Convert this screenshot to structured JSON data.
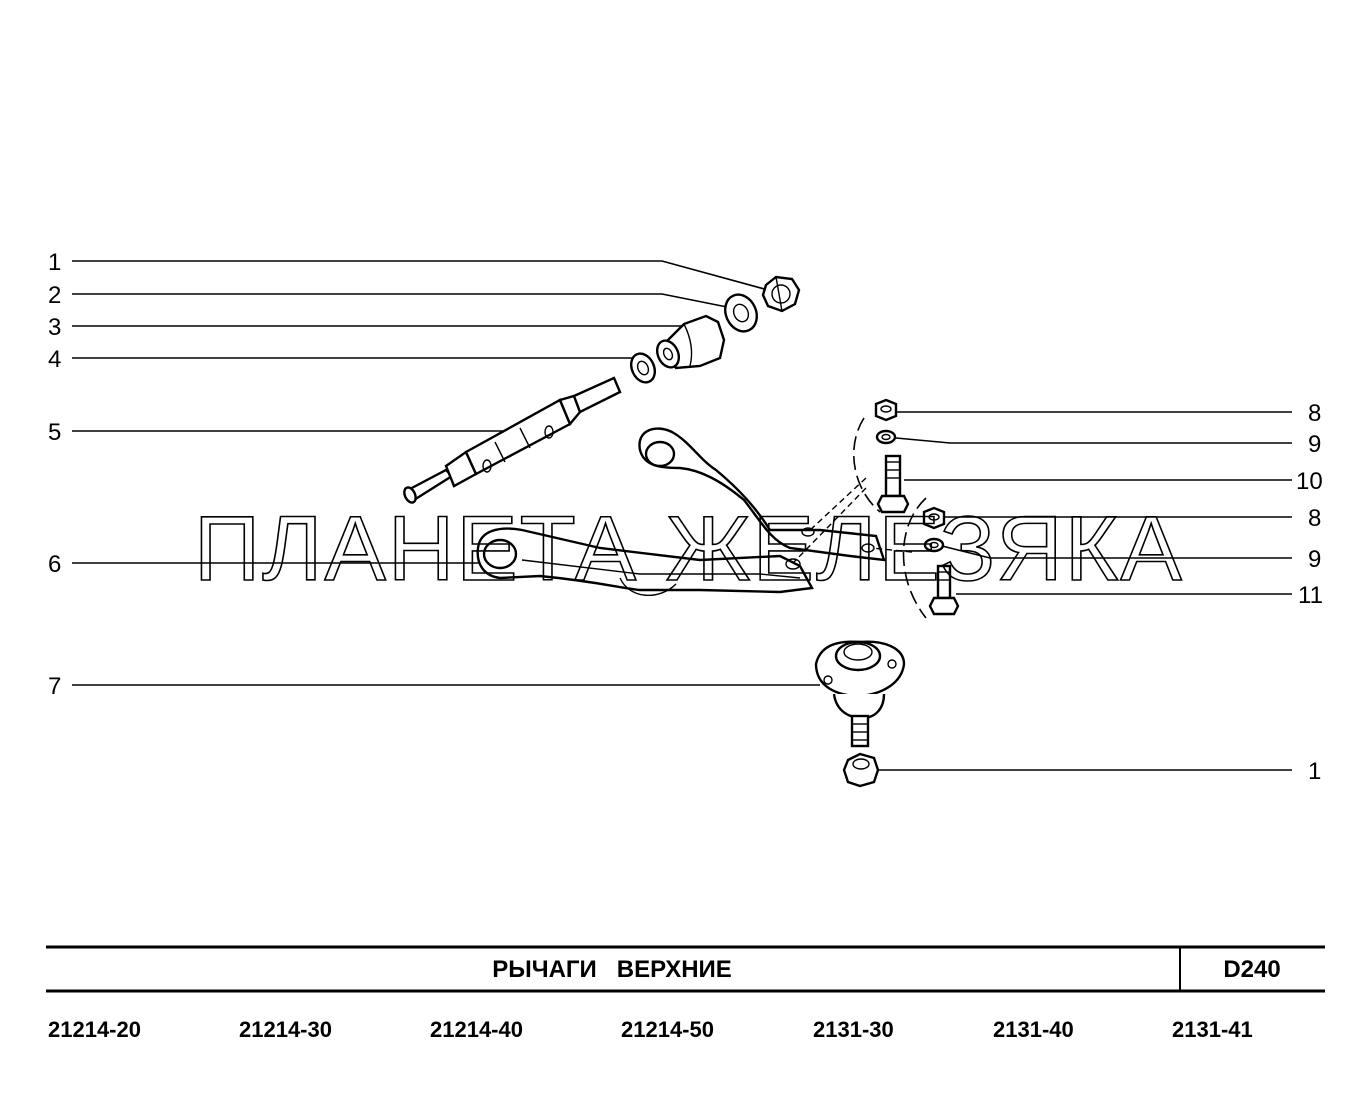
{
  "callouts_left": [
    "1",
    "2",
    "3",
    "4",
    "5",
    "6",
    "7"
  ],
  "callouts_right": [
    "8",
    "9",
    "10",
    "8",
    "9",
    "11",
    "1"
  ],
  "watermark": "ПЛАНЕТА ЖЕЛЕЗЯКА",
  "title_block": {
    "title": "РЫЧАГИ   ВЕРХНИЕ",
    "code": "D240"
  },
  "models": [
    "21214-20",
    "21214-30",
    "21214-40",
    "21214-50",
    "2131-30",
    "2131-40",
    "2131-41"
  ]
}
